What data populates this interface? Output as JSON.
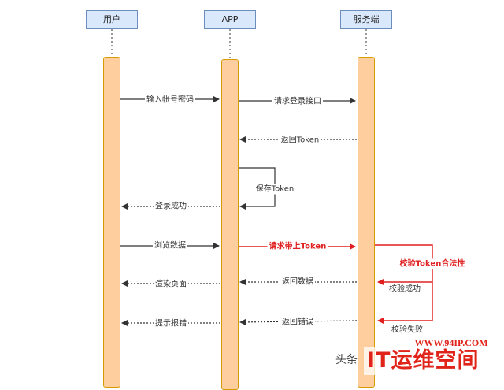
{
  "lanes": {
    "user": "用户",
    "app": "APP",
    "server": "服务端"
  },
  "messages": {
    "m1": "输入帐号密码",
    "m2": "请求登录接口",
    "m3": "返回Token",
    "m4": "保存Token",
    "m5": "登录成功",
    "m6": "浏览数据",
    "m7": "请求带上Token",
    "m8": "校验Token合法性",
    "m9": "返回数据",
    "m10": "校验成功",
    "m11": "渲染页面",
    "m12": "返回错误",
    "m13": "提示报错",
    "m14": "校验失败"
  },
  "colors": {
    "lane_header": "#dae8fc",
    "activation_bar": "#ffce9f",
    "normal_arrow": "#333333",
    "highlight_arrow": "#e02020"
  },
  "watermark": {
    "url": "WWW.94IP.COM",
    "name": "IT运维空间",
    "source": "头条"
  }
}
